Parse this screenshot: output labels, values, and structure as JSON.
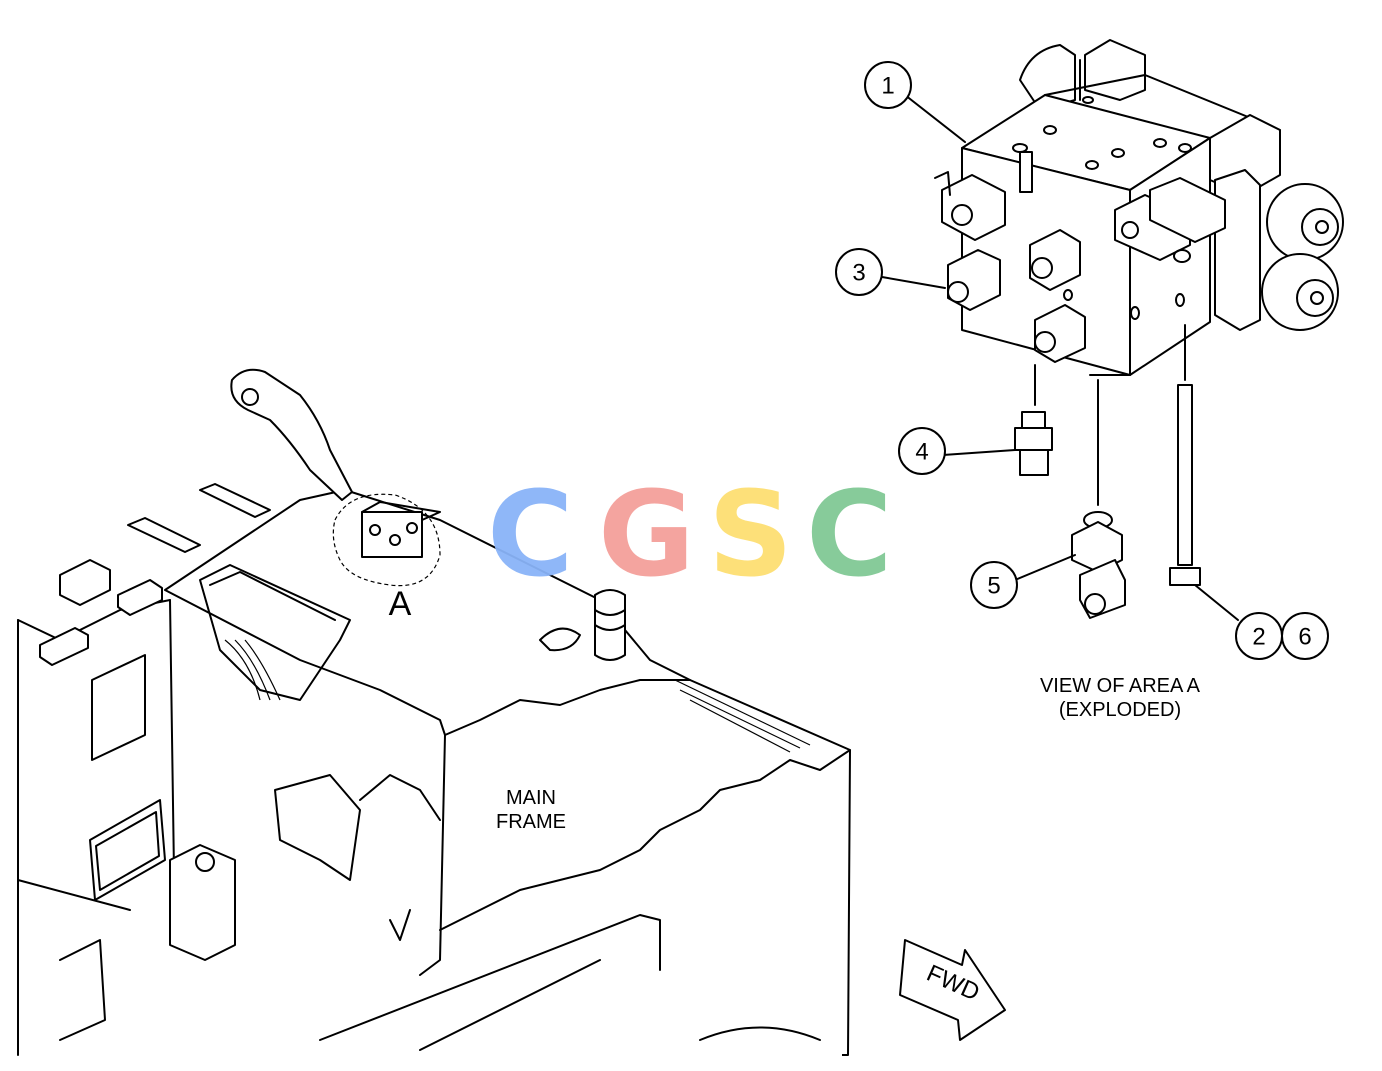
{
  "callouts": [
    {
      "id": "1",
      "label": "1"
    },
    {
      "id": "3",
      "label": "3"
    },
    {
      "id": "4",
      "label": "4"
    },
    {
      "id": "5",
      "label": "5"
    },
    {
      "id": "2",
      "label": "2"
    },
    {
      "id": "6",
      "label": "6"
    }
  ],
  "labels": {
    "area_marker": "A",
    "view_line1": "VIEW OF AREA A",
    "view_line2": "(EXPLODED)",
    "frame_line1": "MAIN",
    "frame_line2": "FRAME",
    "fwd": "FWD"
  },
  "watermark": {
    "letters": [
      {
        "char": "C",
        "color": "#8AB4F8"
      },
      {
        "char": "G",
        "color": "#F4A09A"
      },
      {
        "char": "S",
        "color": "#FDDF72"
      },
      {
        "char": "C",
        "color": "#81C995"
      }
    ]
  }
}
